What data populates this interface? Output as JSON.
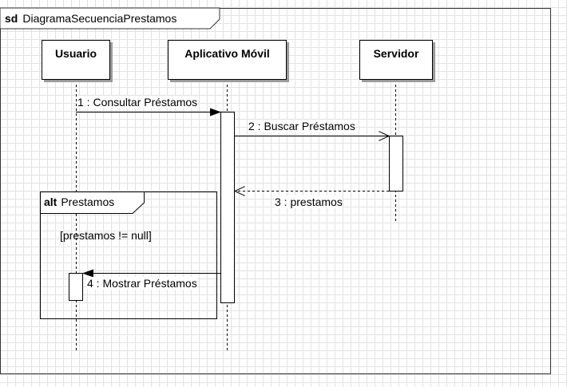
{
  "frame": {
    "keyword": "sd",
    "name": "DiagramaSecuenciaPrestamos"
  },
  "lifelines": [
    {
      "label": "Usuario"
    },
    {
      "label": "Aplicativo Móvil"
    },
    {
      "label": "Servidor"
    }
  ],
  "messages": [
    {
      "label": "1 : Consultar Préstamos",
      "kind": "sync"
    },
    {
      "label": "2 : Buscar Préstamos",
      "kind": "sync"
    },
    {
      "label": "3 : prestamos",
      "kind": "return"
    },
    {
      "label": "4 : Mostrar Préstamos",
      "kind": "sync"
    }
  ],
  "fragment": {
    "operator": "alt",
    "name": "Prestamos",
    "guard": "[prestamos != null]"
  }
}
